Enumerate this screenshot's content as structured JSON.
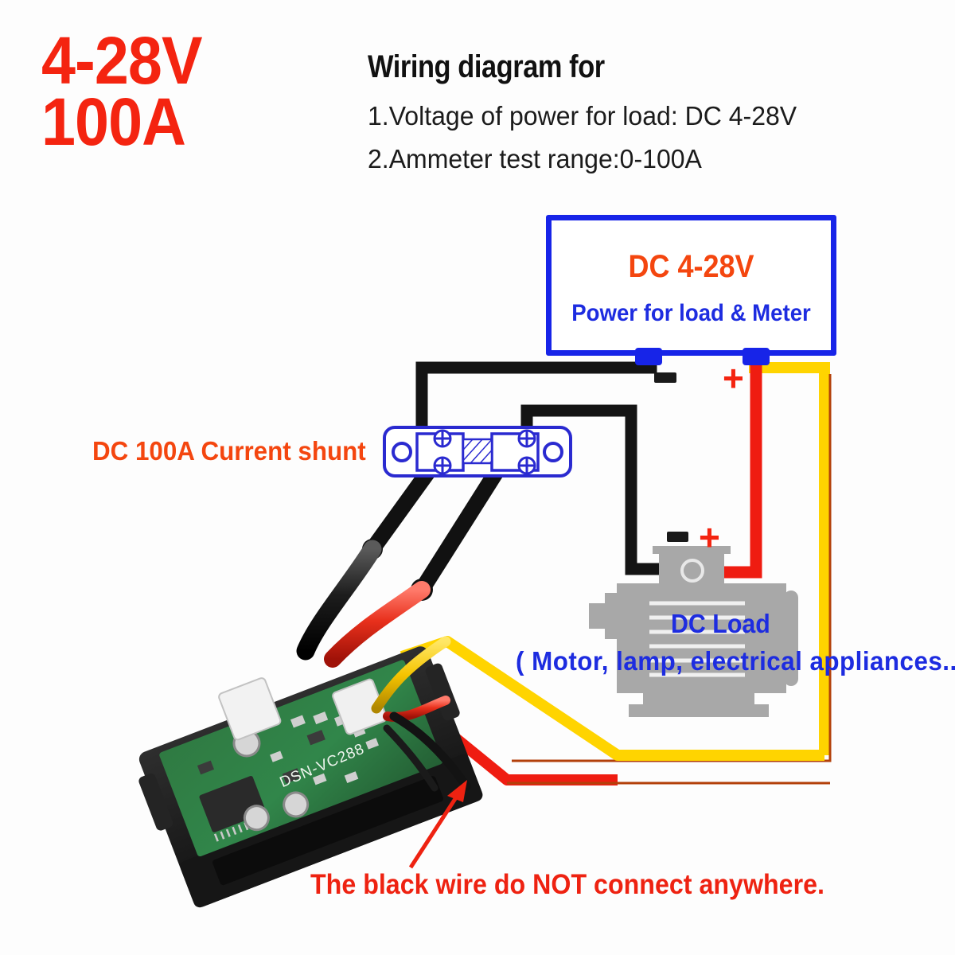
{
  "header": {
    "badge_line1": "4-28V",
    "badge_line2": "100A",
    "title": "Wiring diagram for",
    "bullet1": "1.Voltage of power for load: DC 4-28V",
    "bullet2": "2.Ammeter test range:0-100A"
  },
  "power_supply": {
    "voltage_label": "DC 4-28V",
    "subtitle": "Power for load & Meter",
    "negative_marker": "-",
    "positive_marker": "+"
  },
  "shunt": {
    "label": "DC 100A Current shunt"
  },
  "load": {
    "title": "DC Load",
    "examples": "( Motor, lamp, electrical appliances...)",
    "negative_marker": "-",
    "positive_marker": "+"
  },
  "meter": {
    "pcb_silkscreen": "DSN-VC288"
  },
  "warning": {
    "text": "The black wire do NOT connect anywhere."
  },
  "colors": {
    "red": "#f42410",
    "orange_red": "#f4460f",
    "blue": "#1724e8",
    "text_blue": "#1d2ce0",
    "yellow": "#ffd400",
    "wire_red": "#ef1c11",
    "black": "#141414",
    "gray_motor": "#a8a8a8"
  }
}
